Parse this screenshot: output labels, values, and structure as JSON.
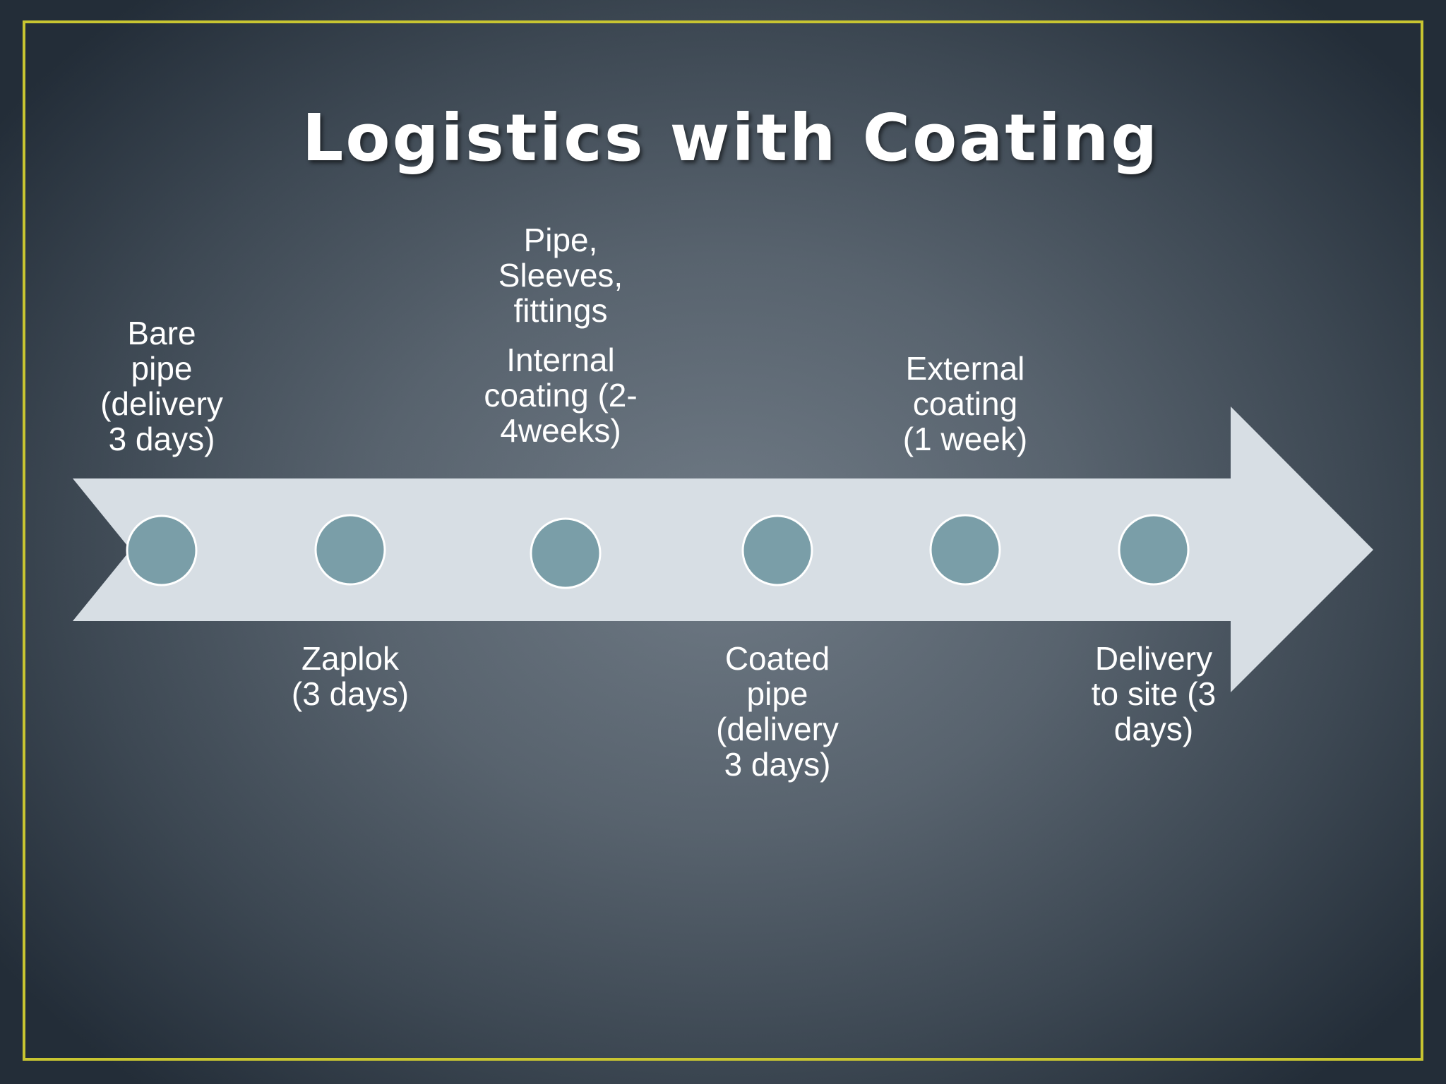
{
  "slide": {
    "title": "Logistics with Coating"
  },
  "colors": {
    "frame": "#c8c531",
    "arrow": "#d7dee4",
    "node": "#7a9ea8",
    "node_border": "#ffffff",
    "text": "#ffffff"
  },
  "timeline": {
    "nodes": [
      {
        "id": "bare-pipe",
        "label": "Bare\npipe\n(delivery\n3 days)",
        "position": "above"
      },
      {
        "id": "zaplok",
        "label": "Zaplok\n(3 days)",
        "position": "below"
      },
      {
        "id": "internal-coating",
        "label": "Internal\ncoating (2-\n4weeks)",
        "position": "above",
        "extra_label": "Pipe,\nSleeves,\nfittings"
      },
      {
        "id": "coated-pipe",
        "label": "Coated\npipe\n(delivery\n3 days)",
        "position": "below"
      },
      {
        "id": "external-coating",
        "label": "External\ncoating\n(1 week)",
        "position": "above"
      },
      {
        "id": "delivery",
        "label": "Delivery\nto site (3\ndays)",
        "position": "below"
      }
    ]
  }
}
